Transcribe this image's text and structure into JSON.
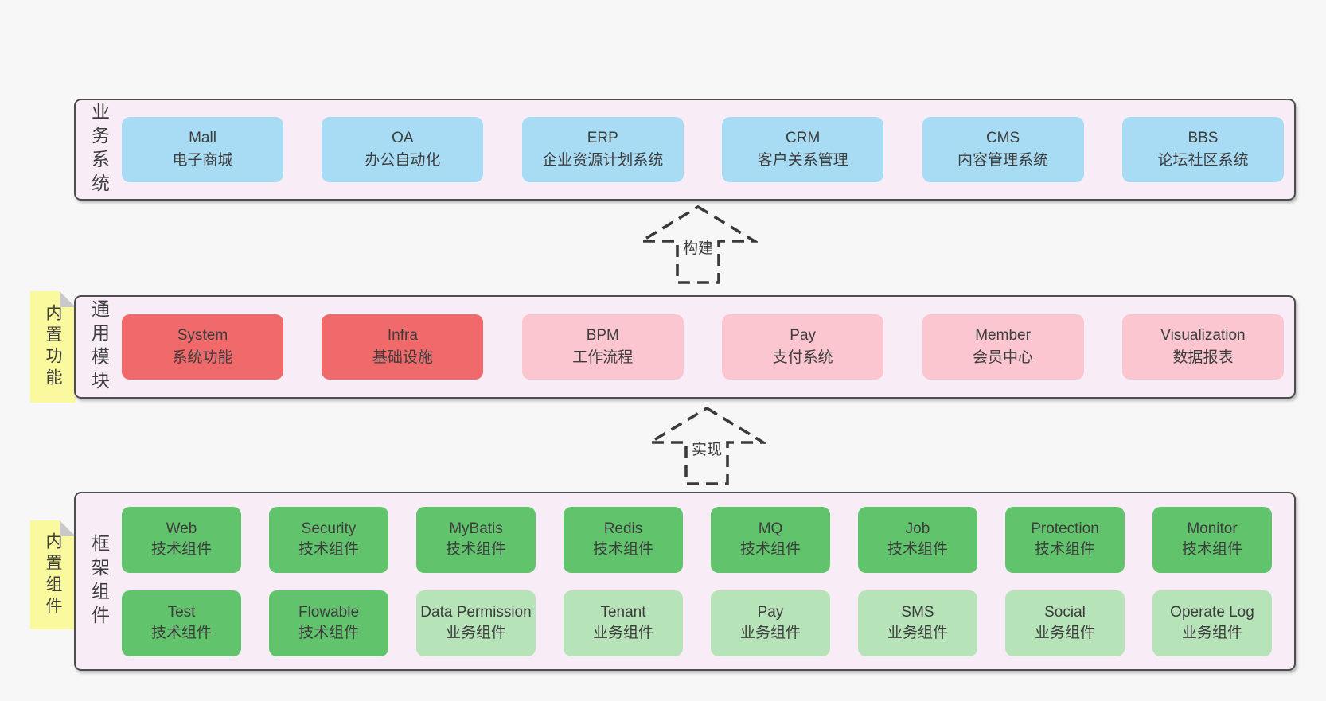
{
  "palette": {
    "page_bg": "#f7f7f7",
    "panel_bg": "#f8edf6",
    "panel_border": "#4d4d4d",
    "blue_box": "#a8dbf4",
    "red_box": "#f0696b",
    "pink_box": "#fbc6d0",
    "green_box": "#62c36d",
    "light_green_box": "#b7e3b9",
    "note_bg": "#fbf99e",
    "note_fold": "#c9c9c9",
    "text": "#3d3d3d"
  },
  "rows": {
    "business": {
      "label": "业务系统",
      "boxes": [
        {
          "name": "Mall",
          "desc": "电子商城"
        },
        {
          "name": "OA",
          "desc": "办公自动化"
        },
        {
          "name": "ERP",
          "desc": "企业资源计划系统"
        },
        {
          "name": "CRM",
          "desc": "客户关系管理"
        },
        {
          "name": "CMS",
          "desc": "内容管理系统"
        },
        {
          "name": "BBS",
          "desc": "论坛社区系统"
        }
      ]
    },
    "modules": {
      "label": "通用模块",
      "note": "内置功能",
      "boxes": [
        {
          "name": "System",
          "desc": "系统功能"
        },
        {
          "name": "Infra",
          "desc": "基础设施"
        },
        {
          "name": "BPM",
          "desc": "工作流程"
        },
        {
          "name": "Pay",
          "desc": "支付系统"
        },
        {
          "name": "Member",
          "desc": "会员中心"
        },
        {
          "name": "Visualization",
          "desc": "数据报表"
        }
      ]
    },
    "components": {
      "label": "框架组件",
      "note": "内置组件",
      "line1": [
        {
          "name": "Web",
          "desc": "技术组件"
        },
        {
          "name": "Security",
          "desc": "技术组件"
        },
        {
          "name": "MyBatis",
          "desc": "技术组件"
        },
        {
          "name": "Redis",
          "desc": "技术组件"
        },
        {
          "name": "MQ",
          "desc": "技术组件"
        },
        {
          "name": "Job",
          "desc": "技术组件"
        },
        {
          "name": "Protection",
          "desc": "技术组件"
        },
        {
          "name": "Monitor",
          "desc": "技术组件"
        }
      ],
      "line2": [
        {
          "name": "Test",
          "desc": "技术组件"
        },
        {
          "name": "Flowable",
          "desc": "技术组件"
        },
        {
          "name": "Data Permission",
          "desc": "业务组件"
        },
        {
          "name": "Tenant",
          "desc": "业务组件"
        },
        {
          "name": "Pay",
          "desc": "业务组件"
        },
        {
          "name": "SMS",
          "desc": "业务组件"
        },
        {
          "name": "Social",
          "desc": "业务组件"
        },
        {
          "name": "Operate Log",
          "desc": "业务组件"
        }
      ]
    }
  },
  "arrows": {
    "build": "构建",
    "implement": "实现"
  }
}
